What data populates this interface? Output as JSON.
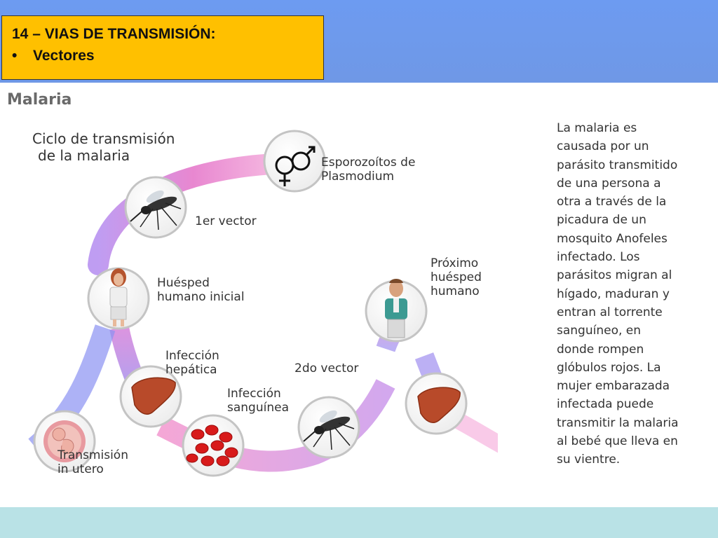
{
  "slide": {
    "title": "14 – VIAS DE TRANSMISIÓN:",
    "bullet_symbol": "•",
    "bullet_text": "Vectores"
  },
  "figure": {
    "heading": "Malaria",
    "diagram_title": [
      "Ciclo de transmisión",
      "de la malaria"
    ],
    "stages": {
      "esporozoitos": [
        "Esporozoítos de",
        "Plasmodium"
      ],
      "first_vector": "1er vector",
      "first_host": [
        "Huésped",
        "humano inicial"
      ],
      "hepatic": [
        "Infección",
        "hepática"
      ],
      "blood": [
        "Infección",
        "sanguínea"
      ],
      "second_vector": "2do vector",
      "next_host": [
        "Próximo",
        "huésped",
        "humano"
      ],
      "in_utero": [
        "Transmisión",
        "in utero"
      ]
    },
    "description_lines": [
      "La malaria es",
      "causada por un",
      "parásito transmitido",
      "de una persona a",
      "otra a través de la",
      "picadura de un",
      "mosquito Anofeles",
      "infectado. Los",
      "parásitos migran al",
      "hígado, maduran y",
      "entran al torrente",
      "sanguíneo, en",
      "donde rompen",
      "glóbulos rojos. La",
      "mujer embarazada",
      "infectada puede",
      "transmitir la malaria",
      "al bebé que lleva en",
      "su vientre."
    ]
  },
  "colors": {
    "header_band": "#6d9bf1",
    "title_box": "#ffc000",
    "footer_band": "#b9e2e6",
    "cycle_pink": "#e472c8",
    "cycle_purple": "#9f8ff0",
    "cycle_blue": "#7f8df5",
    "blood_red": "#d81b1b"
  }
}
